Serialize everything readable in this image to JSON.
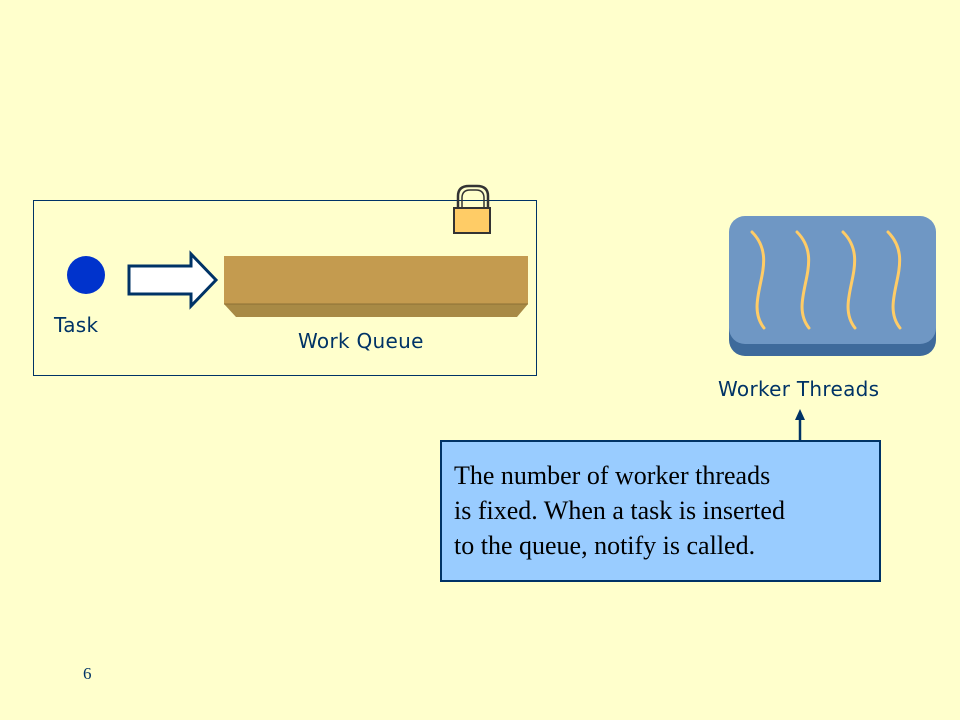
{
  "labels": {
    "task": "Task",
    "work_queue": "Work Queue",
    "worker_threads": "Worker Threads"
  },
  "callout": {
    "lines": [
      "The number of worker threads",
      "is fixed. When a task is inserted",
      "to the queue, notify is called."
    ]
  },
  "page_number": "6",
  "icons": {
    "task": "task-dot-icon",
    "arrow": "right-arrow-icon",
    "lock": "padlock-icon",
    "threads": "worker-threads-icon"
  },
  "colors": {
    "background": "#FFFFCC",
    "ink": "#003366",
    "task_dot": "#0033CC",
    "queue_box": "#C49B4F",
    "lock_body": "#FFCC66",
    "threads_box": "#6F97C4",
    "thread_line": "#FFCC66",
    "callout_fill": "#99CCFF"
  }
}
